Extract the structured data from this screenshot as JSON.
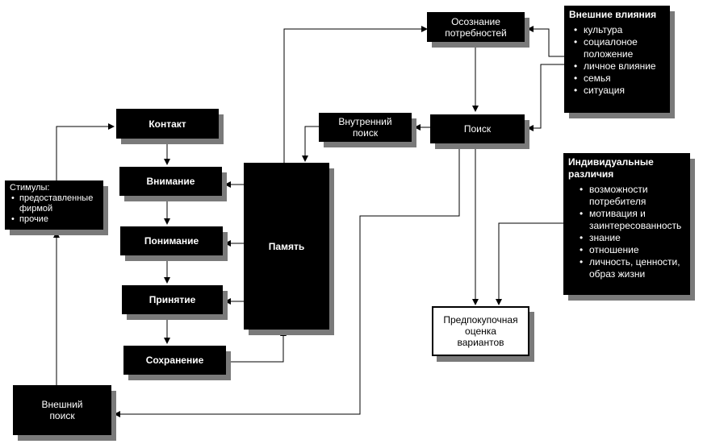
{
  "nodes": {
    "awareness": "Осознание потребностей",
    "search": "Поиск",
    "internal_search": "Внутренний поиск",
    "contact": "Контакт",
    "attention": "Внимание",
    "understanding": "Понимание",
    "acceptance": "Принятие",
    "retention": "Сохранение",
    "memory": "Память",
    "external_search": "Внешний поиск",
    "prepurchase": "Предпокупочная оценка вариантов"
  },
  "stimuli": {
    "title": "Стимулы:",
    "items": [
      "предоставленные фирмой",
      "прочие"
    ]
  },
  "external_influences": {
    "title": "Внешние влияния",
    "items": [
      "культура",
      "социалоное положение",
      "личное влияние",
      "семья",
      "ситуация"
    ]
  },
  "individual_differences": {
    "title": "Индивидуальные различия",
    "items": [
      "возможности потребителя",
      "мотивация и заинтересованность",
      "знание",
      "отношение",
      "личность, ценности, образ жизни"
    ]
  }
}
